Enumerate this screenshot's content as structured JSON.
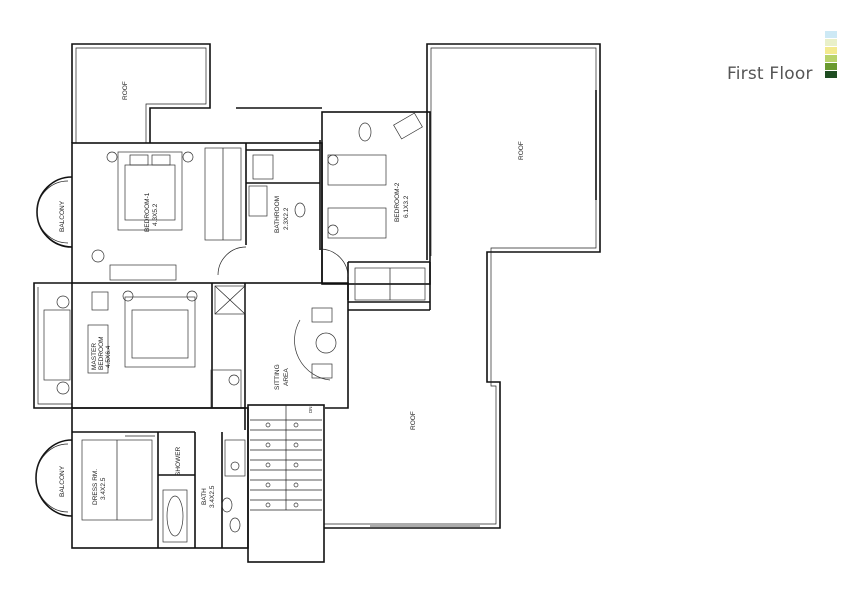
{
  "title": "First Floor",
  "legend_colors": [
    "#cde9f5",
    "#e9f0c9",
    "#f3ea8f",
    "#b9d36b",
    "#6a9a2f",
    "#1f4d22"
  ],
  "rooms": {
    "roof_top_left": "ROOF",
    "roof_right": "ROOF",
    "roof_lower": "ROOF",
    "bedroom1": "BEDROOM-1",
    "bedroom1_size": "4.3X5.2",
    "bathroom": "BATHROOM",
    "bathroom_size": "2.3X2.2",
    "bedroom2": "BEDROOM-2",
    "bedroom2_size": "6.1X3.2",
    "balcony_top": "BALCONY",
    "master": "MASTER",
    "master_line2": "BEDROOM",
    "master_size": "4.5X6.4",
    "sitting": "SITTING",
    "sitting_line2": "AREA",
    "balcony_bottom": "BALCONY",
    "dress": "DRESS RM.",
    "dress_size": "3.4X2.5",
    "shower": "SHOWER",
    "bath": "BATH",
    "bath_size": "3.4X2.5",
    "stair_mark": "DN"
  }
}
